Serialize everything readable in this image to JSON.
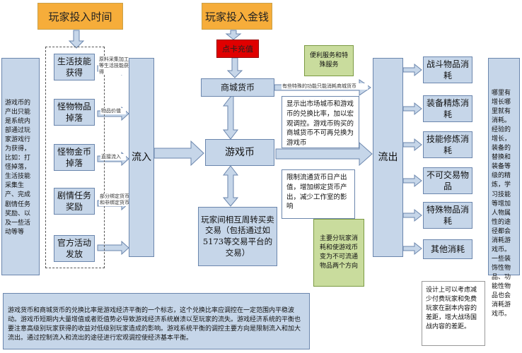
{
  "top": {
    "time_label": "玩家投入时间",
    "money_label": "玩家投入金钱"
  },
  "recharge": "点卡充值",
  "left_note": "游戏币的产出只能是系统内部通过玩家游戏行为获得，比如：打怪掉落，生活技能采集生产、完成剧情任务奖励、以及一些活动等等",
  "sources": [
    {
      "label": "生活技能获得",
      "note": "原料采集加工等生活技能获得"
    },
    {
      "label": "怪物物品掉落",
      "note": "物品价值"
    },
    {
      "label": "怪物金币掉落",
      "note": "直接流入"
    },
    {
      "label": "剧情任务奖励",
      "note": "部分绑定货币和非绑定货币"
    },
    {
      "label": "官方活动发放",
      "note": ""
    }
  ],
  "inflow": "流入",
  "mall_currency": "商城货币",
  "game_currency": "游戏币",
  "player_trade": "玩家间相互周转买卖交易（包括通过如5173等交易平台的交易）",
  "outflow": "流出",
  "notes": {
    "convenience": "便利服务和特殊服务",
    "mall_consume": "有些特殊的功能只能消耗商城货币",
    "exchange": "显示出市场城币和游戏币的兑换比率，加以宏观调控。游戏币购买的商城货币不可再兑换为游戏币",
    "restrict": "限制流通货币日产出值，增加绑定货币产出，减少工作室的影响",
    "directions": "主要分玩家消耗和使游戏币变为不可流通物品两个方向"
  },
  "sinks": [
    "战斗物品消耗",
    "装备精炼消耗",
    "技能修炼消耗",
    "不可交易物品",
    "特殊物品消耗",
    "其他消耗"
  ],
  "right_note": "哪里有增长哪里就有消耗。经验的增长，装备的替换和装备等级的精炼，学习技能等增加人物属性的途径都会消耗游戏币。一些装饰性物品、功能性物品也会消耗游戏币。",
  "bottom_note": "游戏货币和商城货币的兑换比率是游戏经济平衡的一个标志，这个兑换比率应调控在一定范围内平稳波动。游戏币短期内大量增值或者贬值势必导致游戏经济系统崩溃以至玩家的流失。游戏经济系统的平衡也要注意高级别玩家获得的收益对低级别玩家造成的影响。游戏系统平衡的调控主要方向是限制流入和加大流出。通过控制流入和流出的途径进行宏观调控使经济基本平衡。",
  "bottom_right_note": "设计上可以考虑减少付费玩家和免费玩家在副本内容的差距，增大战场国战内容的差距。",
  "colors": {
    "box_fill": "#c6d6e9",
    "box_border": "#6b86ad",
    "orange": "#f6ad3a",
    "red": "#e00000",
    "green": "#c9dc9d"
  }
}
